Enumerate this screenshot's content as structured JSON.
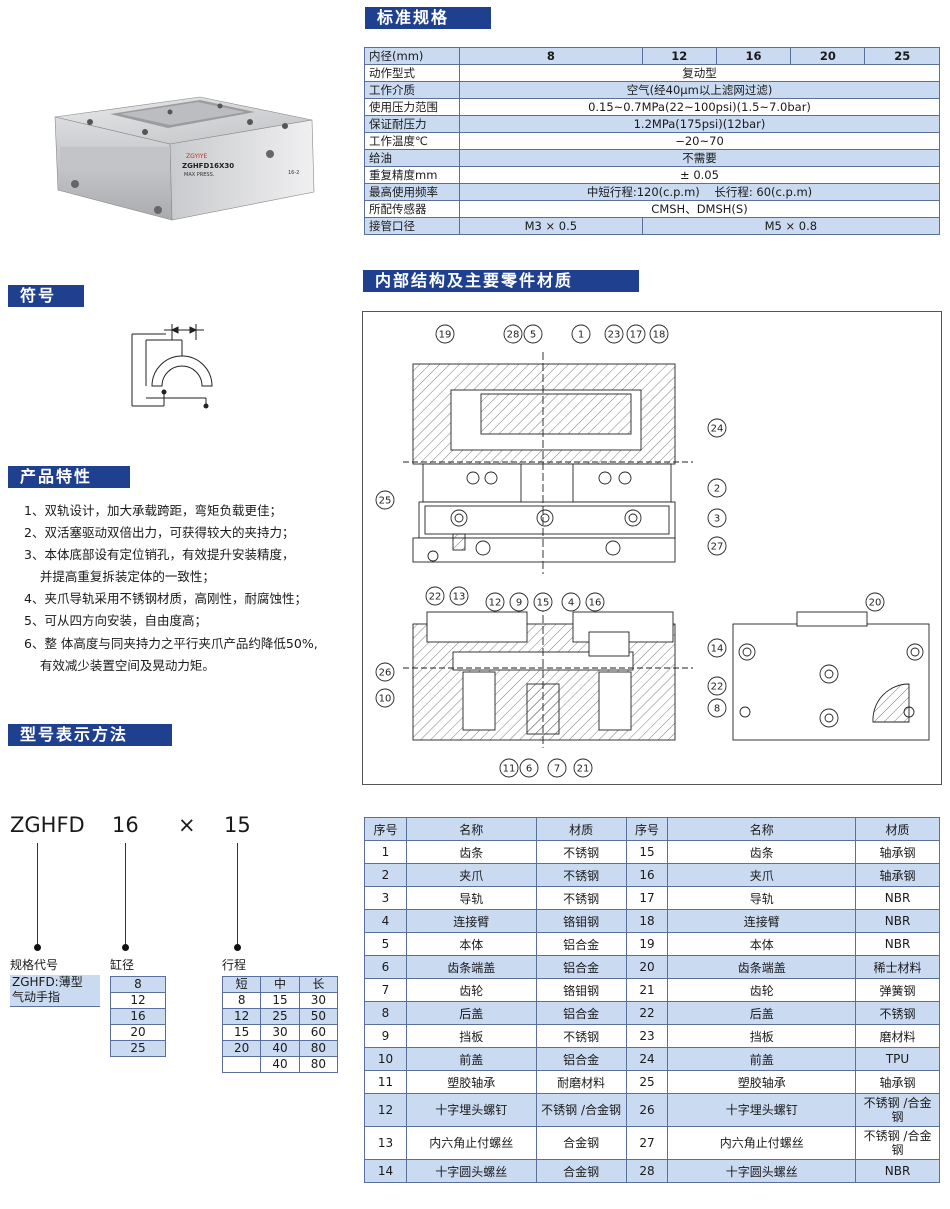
{
  "sections": {
    "spec": "标准规格",
    "symbol": "符号",
    "features": "产品特性",
    "structure": "内部结构及主要零件材质",
    "model": "型号表示方法"
  },
  "photo": {
    "brand": "ZGYIYE",
    "model_text": "ZGHFD16X30",
    "press_text": "MAX PRESS.",
    "side_text": "16-2"
  },
  "spec_table": {
    "header": {
      "label": "内径(mm)",
      "sizes": [
        "8",
        "12",
        "16",
        "20",
        "25"
      ]
    },
    "rows": [
      {
        "label": "动作型式",
        "value": "复动型"
      },
      {
        "label": "工作介质",
        "value": "空气(经40μm以上滤网过滤)"
      },
      {
        "label": "使用压力范围",
        "value": "0.15~0.7MPa(22~100psi)(1.5~7.0bar)"
      },
      {
        "label": "保证耐压力",
        "value": "1.2MPa(175psi)(12bar)"
      },
      {
        "label": "工作温度℃",
        "value": "−20~70"
      },
      {
        "label": "给油",
        "value": "不需要"
      },
      {
        "label": "重复精度mm",
        "value": "± 0.05"
      },
      {
        "label": "最高使用频率",
        "value_a": "中短行程:120(c.p.m)",
        "value_b": "长行程: 60(c.p.m)"
      },
      {
        "label": "所配传感器",
        "value": "CMSH、DMSH(S)"
      },
      {
        "label": "接管口径",
        "value_a": "M3 × 0.5",
        "value_b": "M5 × 0.8"
      }
    ]
  },
  "features_list": [
    "1、双轨设计，加大承载跨距，弯矩负载更佳；",
    "2、双活塞驱动双倍出力，可获得较大的夹持力；",
    "3、本体底部设有定位销孔，有效提升安装精度，",
    "    并提高重复拆装定体的一致性；",
    "4、夹爪导轨采用不锈钢材质，高刚性，耐腐蚀性；",
    "5、可从四方向安装，自由度高；",
    "6、整 体高度与同夹持力之平行夹爪产品约降低50%,",
    "    有效减少装置空间及晃动力矩。"
  ],
  "structure_callouts": {
    "top": [
      "19",
      "28",
      "5",
      "1",
      "23",
      "17",
      "18"
    ],
    "right": [
      "24",
      "2",
      "3",
      "27",
      "14",
      "22",
      "8"
    ],
    "left": [
      "25",
      "26",
      "10"
    ],
    "bottom": [
      "22",
      "13",
      "11",
      "6",
      "7",
      "21"
    ],
    "mid_top": [
      "12",
      "9",
      "15",
      "4",
      "16"
    ],
    "side_view": "20"
  },
  "model": {
    "code": "ZGHFD",
    "bore": "16",
    "x": "×",
    "stroke": "15",
    "label_code": "规格代号",
    "label_code_desc_1": "ZGHFD:薄型",
    "label_code_desc_2": "气动手指",
    "label_bore": "缸径",
    "bores": [
      "8",
      "12",
      "16",
      "20",
      "25"
    ],
    "label_stroke": "行程",
    "stroke_header": [
      "短",
      "中",
      "长"
    ],
    "stroke_rows": [
      [
        "8",
        "15",
        "30"
      ],
      [
        "12",
        "25",
        "50"
      ],
      [
        "15",
        "30",
        "60"
      ],
      [
        "20",
        "40",
        "80"
      ],
      [
        "",
        "40",
        "80"
      ]
    ]
  },
  "parts_table": {
    "header": [
      "序号",
      "名称",
      "材质",
      "序号",
      "名称",
      "材质"
    ],
    "rows": [
      [
        "1",
        "齿条",
        "不锈钢",
        "15",
        "齿条",
        "轴承钢"
      ],
      [
        "2",
        "夹爪",
        "不锈钢",
        "16",
        "夹爪",
        "轴承钢"
      ],
      [
        "3",
        "导轨",
        "不锈钢",
        "17",
        "导轨",
        "NBR"
      ],
      [
        "4",
        "连接臂",
        "铬钼钢",
        "18",
        "连接臂",
        "NBR"
      ],
      [
        "5",
        "本体",
        "铝合金",
        "19",
        "本体",
        "NBR"
      ],
      [
        "6",
        "齿条端盖",
        "铝合金",
        "20",
        "齿条端盖",
        "稀士材料"
      ],
      [
        "7",
        "齿轮",
        "铬钼钢",
        "21",
        "齿轮",
        "弹簧钢"
      ],
      [
        "8",
        "后盖",
        "铝合金",
        "22",
        "后盖",
        "不锈钢"
      ],
      [
        "9",
        "挡板",
        "不锈钢",
        "23",
        "挡板",
        "磨材料"
      ],
      [
        "10",
        "前盖",
        "铝合金",
        "24",
        "前盖",
        "TPU"
      ],
      [
        "11",
        "塑胶轴承",
        "耐磨材料",
        "25",
        "塑胶轴承",
        "轴承钢"
      ],
      [
        "12",
        "十字埋头螺钉",
        "不锈钢 /合金钢",
        "26",
        "十字埋头螺钉",
        "不锈钢 /合金钢"
      ],
      [
        "13",
        "内六角止付螺丝",
        "合金钢",
        "27",
        "内六角止付螺丝",
        "不锈钢 /合金钢"
      ],
      [
        "14",
        "十字圆头螺丝",
        "合金钢",
        "28",
        "十字圆头螺丝",
        "NBR"
      ]
    ]
  },
  "colors": {
    "accent": "#1f3f8f",
    "shade": "#c9daf1",
    "border": "#5a6f9a"
  }
}
